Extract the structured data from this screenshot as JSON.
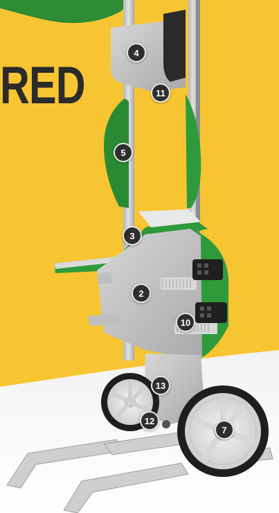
{
  "headline_text": "RED",
  "colors": {
    "background_yellow": "#F7C531",
    "floor": "#FFFFFF",
    "panel_green": "#2E9A3A",
    "frame_grey": "#C9C9C9",
    "badge": "#2E2E2E"
  },
  "callouts": [
    {
      "id": "callout-4",
      "label": "4"
    },
    {
      "id": "callout-11",
      "label": "11"
    },
    {
      "id": "callout-5",
      "label": "5"
    },
    {
      "id": "callout-3",
      "label": "3"
    },
    {
      "id": "callout-2",
      "label": "2"
    },
    {
      "id": "callout-10",
      "label": "10"
    },
    {
      "id": "callout-13",
      "label": "13"
    },
    {
      "id": "callout-12",
      "label": "12"
    },
    {
      "id": "callout-7",
      "label": "7"
    }
  ]
}
